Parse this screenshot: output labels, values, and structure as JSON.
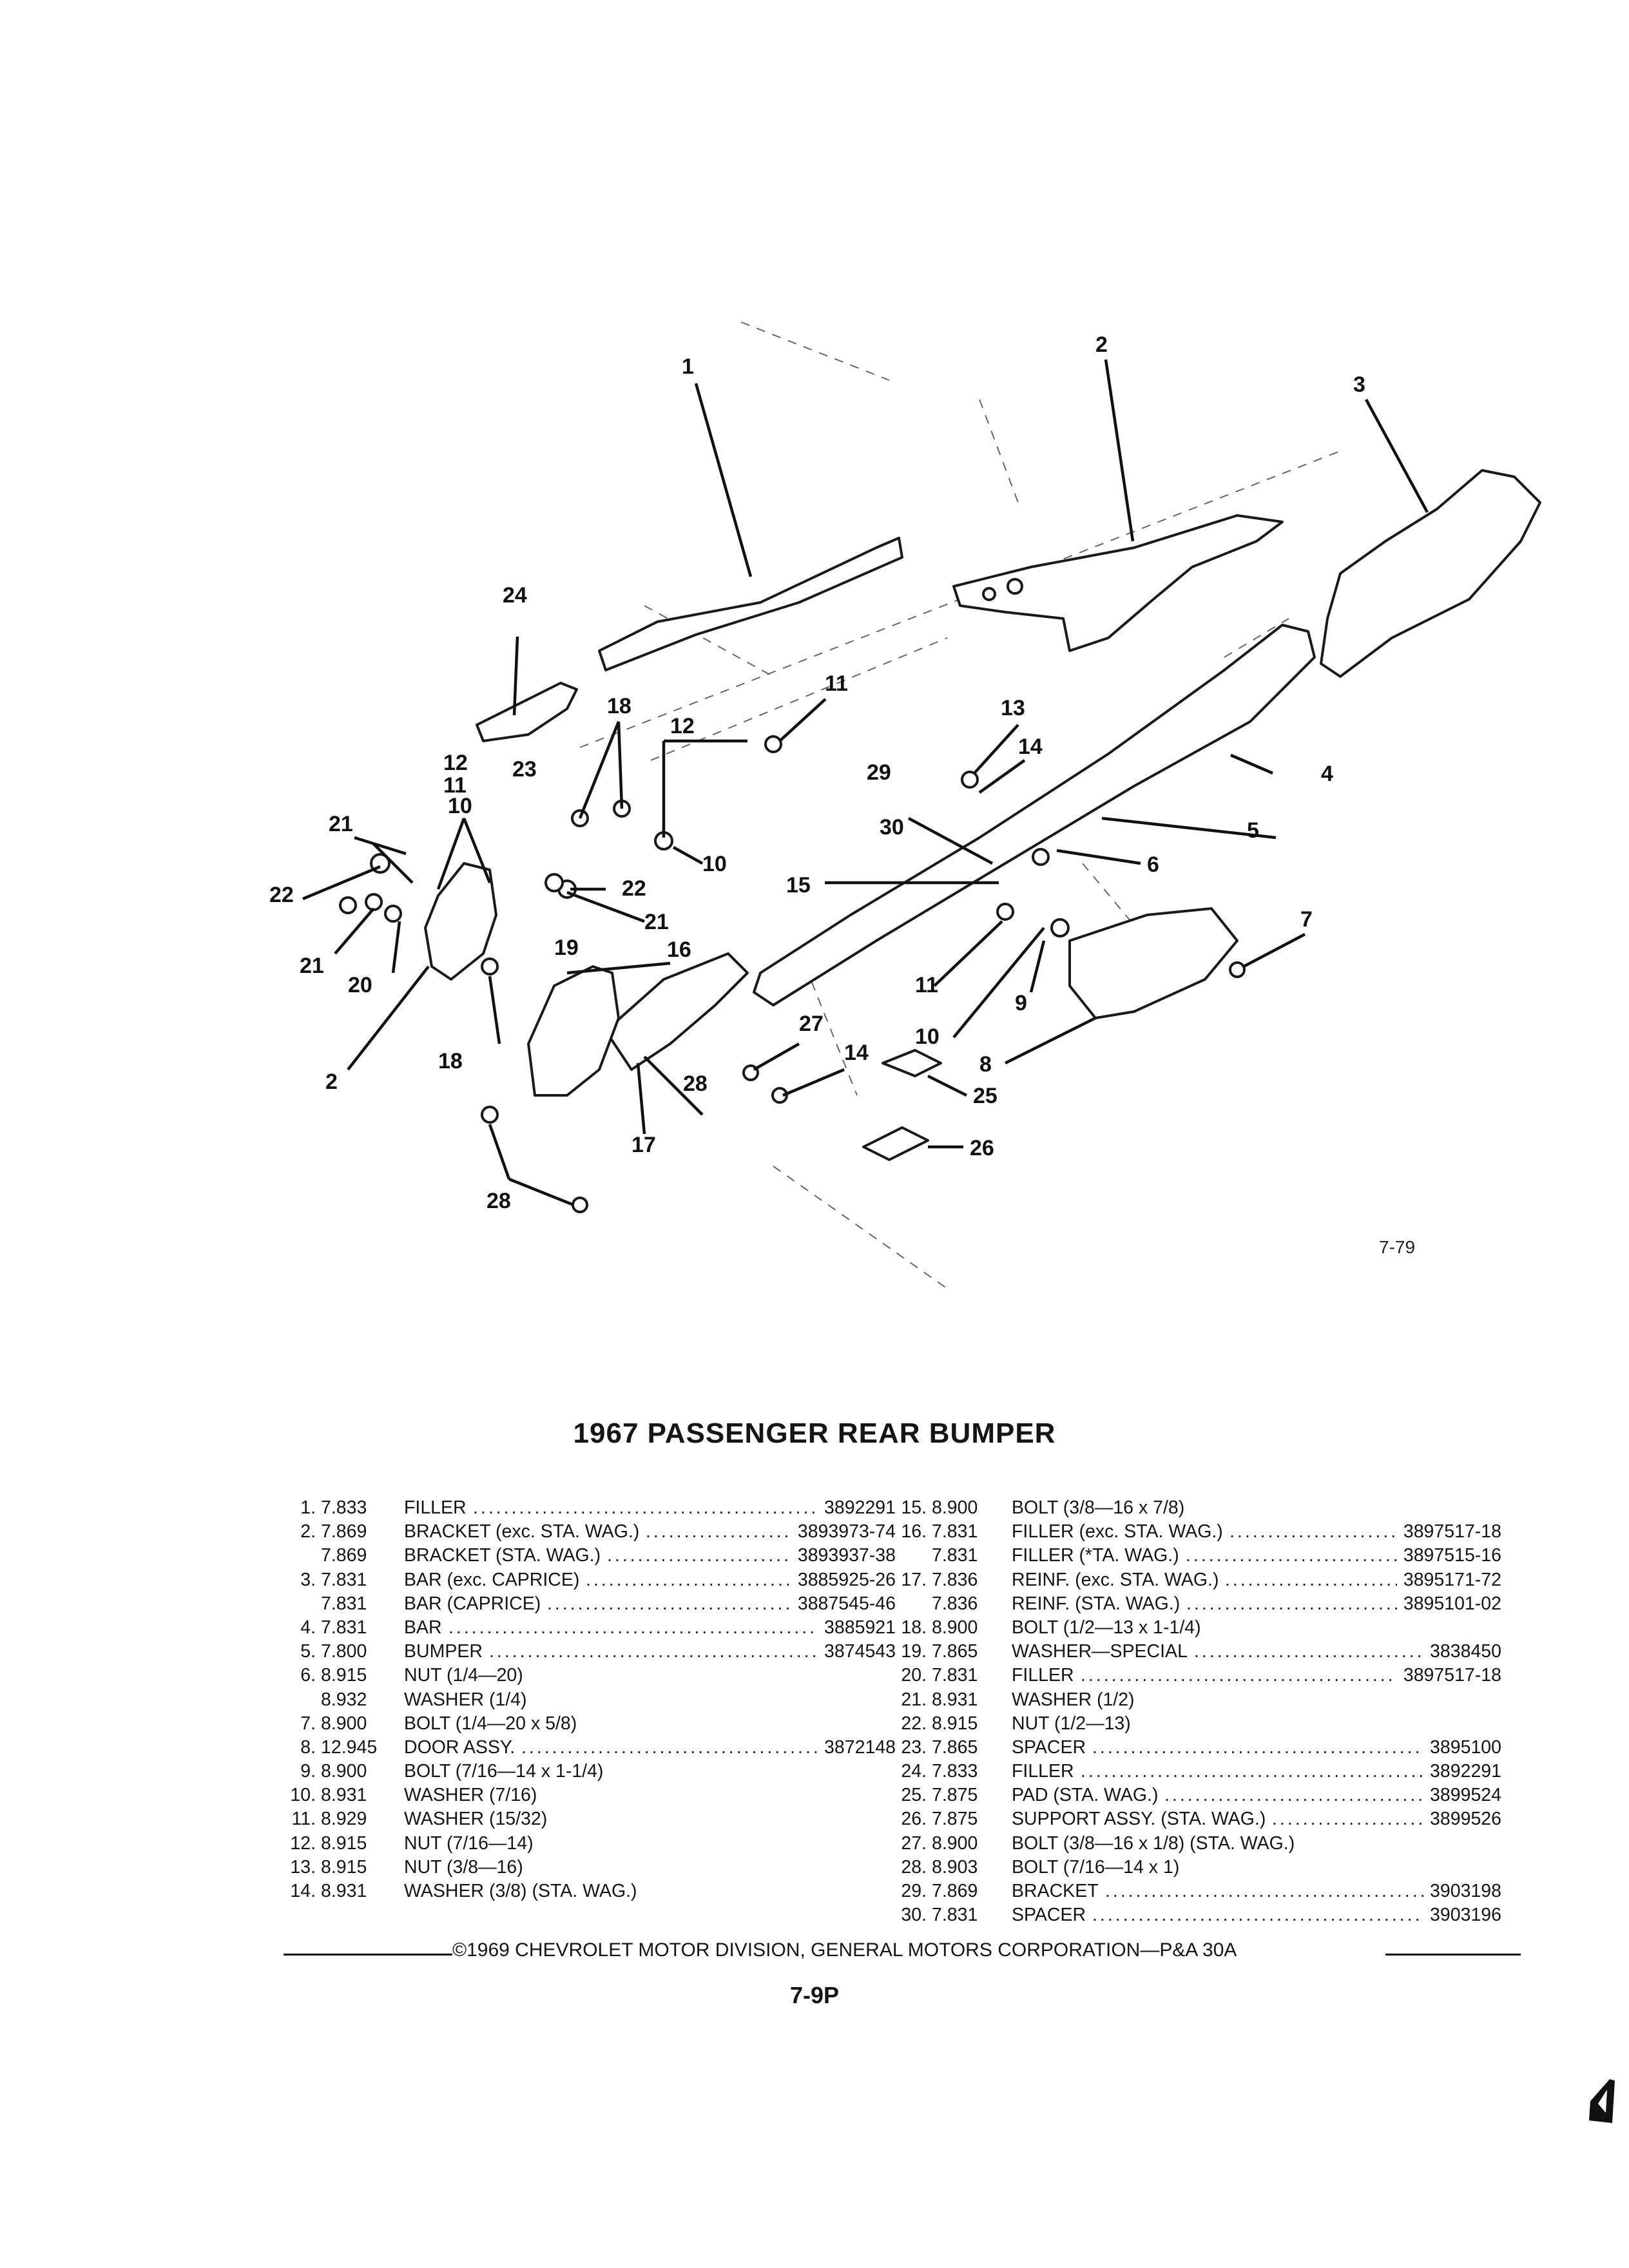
{
  "diagram": {
    "figure_number": "7-79",
    "callouts": [
      "1",
      "2",
      "3",
      "24",
      "18",
      "11",
      "12",
      "13",
      "14",
      "29",
      "12",
      "11",
      "10",
      "23",
      "21",
      "22",
      "30",
      "4",
      "5",
      "15",
      "6",
      "7",
      "22",
      "10",
      "21",
      "21",
      "19",
      "16",
      "20",
      "2",
      "18",
      "11",
      "9",
      "27",
      "10",
      "8",
      "14",
      "28",
      "25",
      "17",
      "26",
      "28"
    ]
  },
  "title": "1967 PASSENGER REAR BUMPER",
  "parts_left": [
    {
      "num": "1.",
      "group": "7.833",
      "desc": "FILLER",
      "dots": true,
      "part": "3892291"
    },
    {
      "num": "2.",
      "group": "7.869",
      "desc": "BRACKET (exc. STA. WAG.)",
      "dots": true,
      "part": "3893973-74"
    },
    {
      "num": "",
      "group": "7.869",
      "desc": "BRACKET (STA. WAG.)",
      "dots": true,
      "part": "3893937-38"
    },
    {
      "num": "3.",
      "group": "7.831",
      "desc": "BAR (exc. CAPRICE)",
      "dots": true,
      "part": "3885925-26"
    },
    {
      "num": "",
      "group": "7.831",
      "desc": "BAR (CAPRICE)",
      "dots": true,
      "part": "3887545-46"
    },
    {
      "num": "4.",
      "group": "7.831",
      "desc": "BAR",
      "dots": true,
      "part": "3885921"
    },
    {
      "num": "5.",
      "group": "7.800",
      "desc": "BUMPER",
      "dots": true,
      "part": "3874543"
    },
    {
      "num": "6.",
      "group": "8.915",
      "desc": "NUT (1/4—20)",
      "dots": false,
      "part": ""
    },
    {
      "num": "",
      "group": "8.932",
      "desc": "WASHER (1/4)",
      "dots": false,
      "part": ""
    },
    {
      "num": "7.",
      "group": "8.900",
      "desc": "BOLT (1/4—20 x 5/8)",
      "dots": false,
      "part": ""
    },
    {
      "num": "8.",
      "group": "12.945",
      "desc": "DOOR ASSY.",
      "dots": true,
      "part": "3872148"
    },
    {
      "num": "9.",
      "group": "8.900",
      "desc": "BOLT (7/16—14 x 1-1/4)",
      "dots": false,
      "part": ""
    },
    {
      "num": "10.",
      "group": "8.931",
      "desc": "WASHER (7/16)",
      "dots": false,
      "part": ""
    },
    {
      "num": "11.",
      "group": "8.929",
      "desc": "WASHER (15/32)",
      "dots": false,
      "part": ""
    },
    {
      "num": "12.",
      "group": "8.915",
      "desc": "NUT (7/16—14)",
      "dots": false,
      "part": ""
    },
    {
      "num": "13.",
      "group": "8.915",
      "desc": "NUT (3/8—16)",
      "dots": false,
      "part": ""
    },
    {
      "num": "14.",
      "group": "8.931",
      "desc": "WASHER (3/8) (STA. WAG.)",
      "dots": false,
      "part": ""
    }
  ],
  "parts_right": [
    {
      "num": "15.",
      "group": "8.900",
      "desc": "BOLT (3/8—16 x 7/8)",
      "dots": false,
      "part": ""
    },
    {
      "num": "16.",
      "group": "7.831",
      "desc": "FILLER (exc. STA. WAG.)",
      "dots": true,
      "part": "3897517-18"
    },
    {
      "num": "",
      "group": "7.831",
      "desc": "FILLER (*TA. WAG.)",
      "dots": true,
      "part": "3897515-16"
    },
    {
      "num": "17.",
      "group": "7.836",
      "desc": "REINF. (exc. STA. WAG.)",
      "dots": true,
      "part": "3895171-72"
    },
    {
      "num": "",
      "group": "7.836",
      "desc": "REINF. (STA. WAG.)",
      "dots": true,
      "part": "3895101-02"
    },
    {
      "num": "18.",
      "group": "8.900",
      "desc": "BOLT (1/2—13 x 1-1/4)",
      "dots": false,
      "part": ""
    },
    {
      "num": "19.",
      "group": "7.865",
      "desc": "WASHER—SPECIAL",
      "dots": true,
      "part": "3838450"
    },
    {
      "num": "20.",
      "group": "7.831",
      "desc": "FILLER",
      "dots": true,
      "part": "3897517-18"
    },
    {
      "num": "21.",
      "group": "8.931",
      "desc": "WASHER (1/2)",
      "dots": false,
      "part": ""
    },
    {
      "num": "22.",
      "group": "8.915",
      "desc": "NUT (1/2—13)",
      "dots": false,
      "part": ""
    },
    {
      "num": "23.",
      "group": "7.865",
      "desc": "SPACER",
      "dots": true,
      "part": "3895100"
    },
    {
      "num": "24.",
      "group": "7.833",
      "desc": "FILLER",
      "dots": true,
      "part": "3892291"
    },
    {
      "num": "25.",
      "group": "7.875",
      "desc": "PAD (STA. WAG.)",
      "dots": true,
      "part": "3899524"
    },
    {
      "num": "26.",
      "group": "7.875",
      "desc": "SUPPORT ASSY. (STA. WAG.)",
      "dots": true,
      "part": "3899526"
    },
    {
      "num": "27.",
      "group": "8.900",
      "desc": "BOLT (3/8—16 x 1/8) (STA. WAG.)",
      "dots": false,
      "part": ""
    },
    {
      "num": "28.",
      "group": "8.903",
      "desc": "BOLT (7/16—14 x 1)",
      "dots": false,
      "part": ""
    },
    {
      "num": "29.",
      "group": "7.869",
      "desc": "BRACKET",
      "dots": true,
      "part": "3903198"
    },
    {
      "num": "30.",
      "group": "7.831",
      "desc": "SPACER",
      "dots": true,
      "part": "3903196"
    }
  ],
  "footer": "©1969 CHEVROLET MOTOR DIVISION, GENERAL MOTORS CORPORATION—P&A 30A",
  "page_number": "7-9P"
}
